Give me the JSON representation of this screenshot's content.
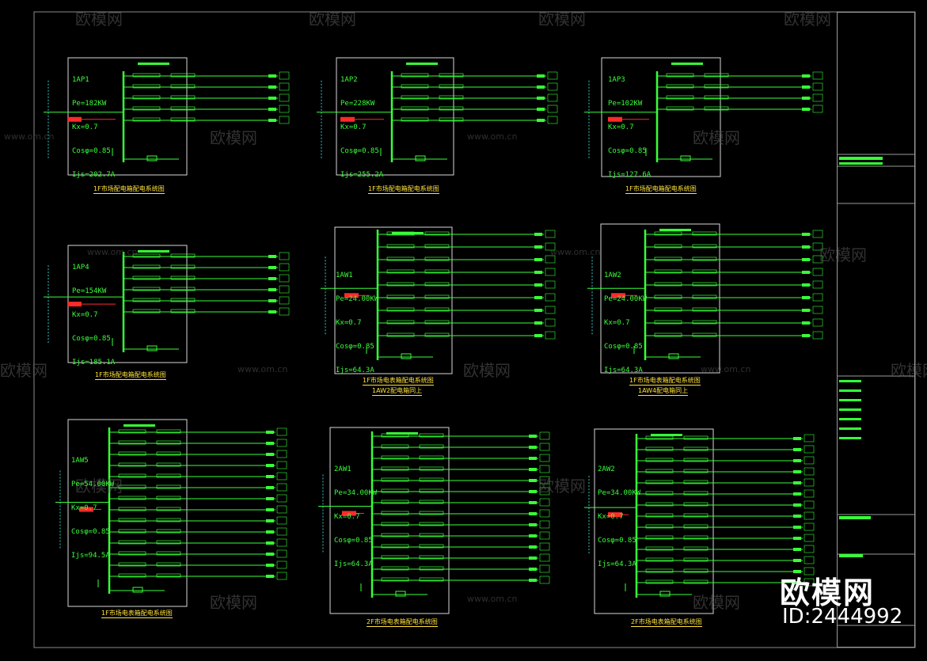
{
  "watermark": {
    "brand": "欧模网",
    "url": "www.om.cn"
  },
  "overlay": {
    "brand": "欧模网",
    "id": "ID:2444992"
  },
  "panels": [
    {
      "id": "1AP1",
      "lines": [
        "1AP1",
        "Pe=182KW",
        "Kx=0.7",
        "Cosφ=0.85",
        "Ijs=202.7A"
      ],
      "caption": "1F市场配电箱配电系统图",
      "caption2": ""
    },
    {
      "id": "1AP2",
      "lines": [
        "1AP2",
        "Pe=228KW",
        "Kx=0.7",
        "Cosφ=0.85",
        "Ijs=255.2A"
      ],
      "caption": "1F市场配电箱配电系统图",
      "caption2": ""
    },
    {
      "id": "1AP3",
      "lines": [
        "1AP3",
        "Pe=102KW",
        "Kx=0.7",
        "Cosφ=0.85",
        "Ijs=127.6A"
      ],
      "caption": "1F市场配电箱配电系统图",
      "caption2": ""
    },
    {
      "id": "1AP4",
      "lines": [
        "1AP4",
        "Pe=154KW",
        "Kx=0.7",
        "Cosφ=0.85",
        "Ijs=185.1A"
      ],
      "caption": "1F市场配电箱配电系统图",
      "caption2": ""
    },
    {
      "id": "1AW1",
      "lines": [
        "1AW1",
        "Pe=24.00KW",
        "Kx=0.7",
        "Cosφ=0.85",
        "Ijs=64.3A"
      ],
      "caption": "1F市场电表箱配电系统图",
      "caption2": "1AW2配电箱同上"
    },
    {
      "id": "1AW2",
      "lines": [
        "1AW2",
        "Pe=24.00KW",
        "Kx=0.7",
        "Cosφ=0.85",
        "Ijs=64.3A"
      ],
      "caption": "1F市场电表箱配电系统图",
      "caption2": "1AW4配电箱同上"
    },
    {
      "id": "1AW5",
      "lines": [
        "1AW5",
        "Pe=54.00KW",
        "Kx=0.7",
        "Cosφ=0.85",
        "Ijs=94.5A"
      ],
      "caption": "1F市场电表箱配电系统图",
      "caption2": ""
    },
    {
      "id": "2AW1",
      "lines": [
        "2AW1",
        "Pe=34.00KW",
        "Kx=0.7",
        "Cosφ=0.85",
        "Ijs=64.3A"
      ],
      "caption": "2F市场电表箱配电系统图",
      "caption2": ""
    },
    {
      "id": "2AW2",
      "lines": [
        "2AW2",
        "Pe=34.00KW",
        "Kx=0.7",
        "Cosφ=0.85",
        "Ijs=64.3A"
      ],
      "caption": "2F市场电表箱配电系统图",
      "caption2": ""
    }
  ],
  "colors": {
    "circuit": "#38ff38",
    "frame": "#d8d8d8",
    "caption": "#ffe23a",
    "alert": "#ff2a2a",
    "cyan": "#39c9c9"
  }
}
